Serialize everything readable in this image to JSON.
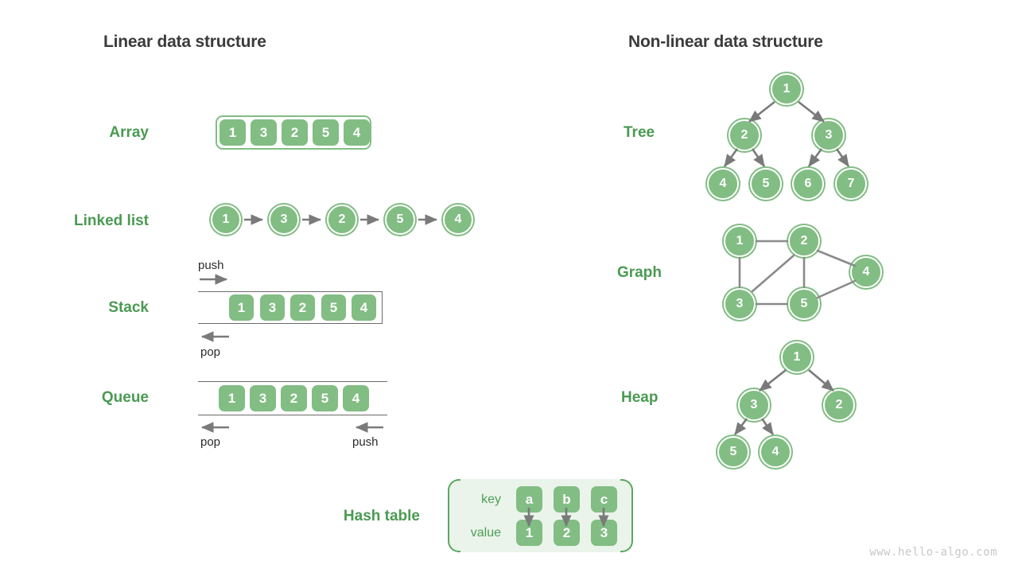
{
  "headings": {
    "linear": "Linear data structure",
    "nonlinear": "Non-linear data structure"
  },
  "labels": {
    "array": "Array",
    "linked_list": "Linked list",
    "stack": "Stack",
    "queue": "Queue",
    "hash_table": "Hash table",
    "tree": "Tree",
    "graph": "Graph",
    "heap": "Heap"
  },
  "annotations": {
    "stack_push": "push",
    "stack_pop": "pop",
    "queue_pop": "pop",
    "queue_push": "push"
  },
  "array": {
    "values": [
      "1",
      "3",
      "2",
      "5",
      "4"
    ]
  },
  "linked_list": {
    "values": [
      "1",
      "3",
      "2",
      "5",
      "4"
    ]
  },
  "stack": {
    "values": [
      "1",
      "3",
      "2",
      "5",
      "4"
    ]
  },
  "queue": {
    "values": [
      "1",
      "3",
      "2",
      "5",
      "4"
    ]
  },
  "hash_table": {
    "key_label": "key",
    "value_label": "value",
    "keys": [
      "a",
      "b",
      "c"
    ],
    "values": [
      "1",
      "2",
      "3"
    ]
  },
  "tree": {
    "nodes": [
      "1",
      "2",
      "3",
      "4",
      "5",
      "6",
      "7"
    ]
  },
  "graph": {
    "nodes": [
      "1",
      "2",
      "3",
      "5",
      "4"
    ],
    "edges": [
      [
        "1",
        "2"
      ],
      [
        "1",
        "3"
      ],
      [
        "2",
        "3"
      ],
      [
        "2",
        "5"
      ],
      [
        "2",
        "4"
      ],
      [
        "3",
        "5"
      ],
      [
        "5",
        "4"
      ]
    ]
  },
  "heap": {
    "nodes": [
      "1",
      "3",
      "2",
      "5",
      "4"
    ]
  },
  "watermark": "www.hello-algo.com",
  "colors": {
    "node_green": "#82bd84",
    "label_green": "#4a9a52",
    "hash_bg": "#eaf4ea",
    "hash_border": "#5aa85f",
    "arrow_gray": "#7a7a7a",
    "frame_gray": "#6b6b6b",
    "heading_dark": "#3b3b3b",
    "watermark_gray": "#c8c8c8"
  }
}
